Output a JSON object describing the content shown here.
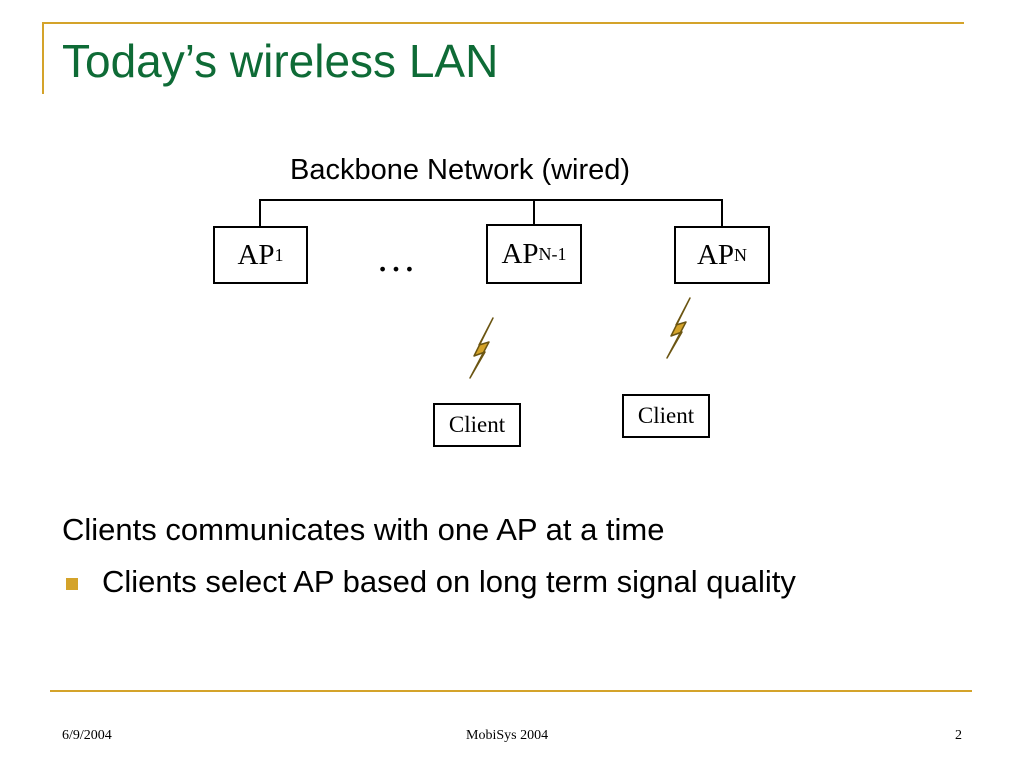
{
  "slide": {
    "title": "Today’s wireless LAN",
    "diagram": {
      "backbone_label": "Backbone Network (wired)",
      "ap1": {
        "base": "AP",
        "sub": "1"
      },
      "ellipsis": "…",
      "apn1": {
        "base": "AP",
        "sub": "N-1"
      },
      "apn": {
        "base": "AP",
        "sub": "N"
      },
      "client_left": "Client",
      "client_right": "Client",
      "colors": {
        "line": "#000000",
        "bolt_fill": "#d4a32a",
        "bolt_stroke": "#6b5512"
      }
    },
    "body": {
      "line1": "Clients communicates with one AP at a time",
      "bullet1": "Clients select AP based on long term signal quality"
    },
    "footer": {
      "date": "6/9/2004",
      "center": "MobiSys 2004",
      "page": "2"
    },
    "colors": {
      "title": "#0e6b36",
      "accent": "#d4a32a"
    }
  }
}
